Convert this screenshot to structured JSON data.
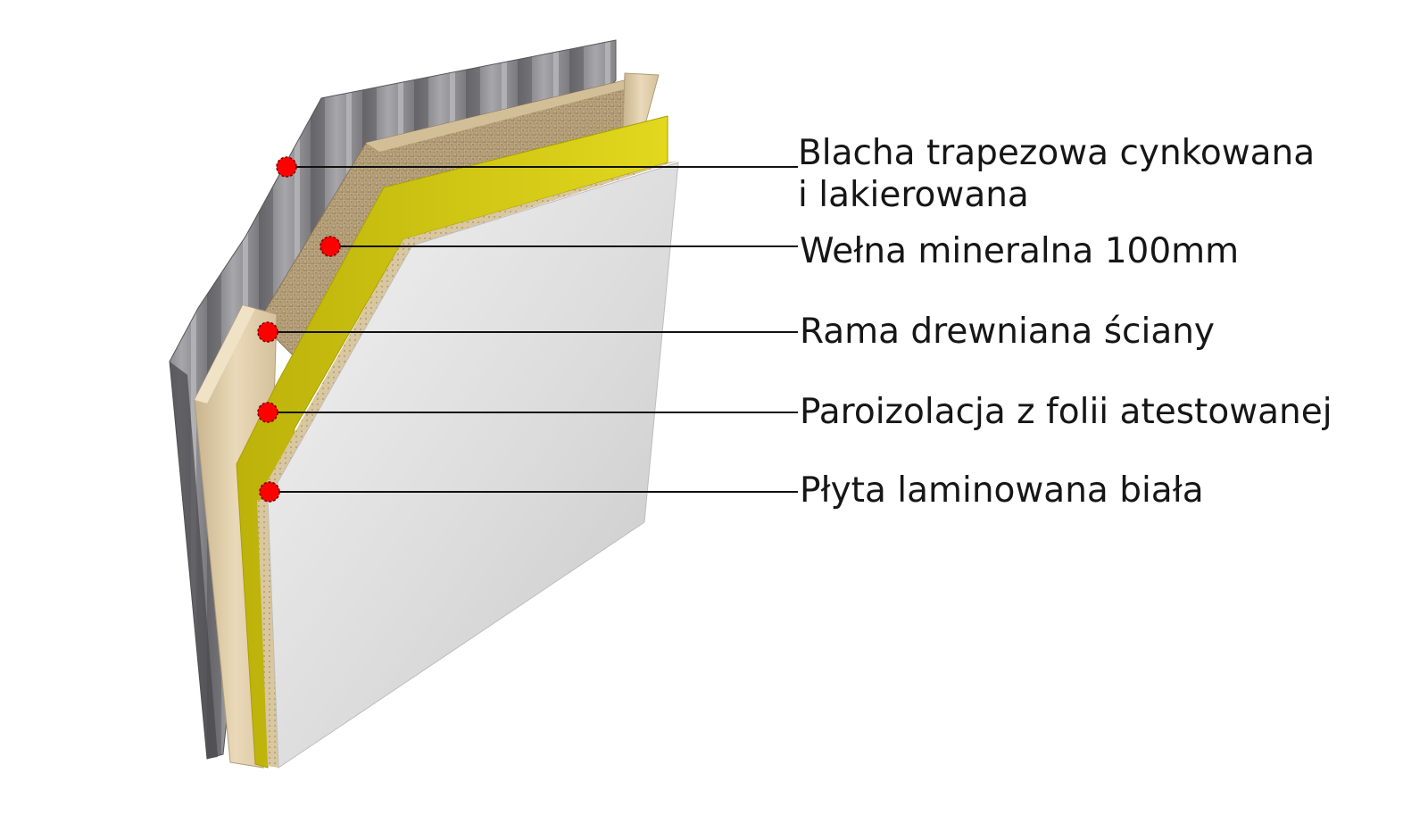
{
  "diagram": {
    "layers": [
      {
        "id": "metal",
        "label_lines": [
          "Blacha trapezowa cynkowana",
          "i lakierowana"
        ]
      },
      {
        "id": "wool",
        "label_lines": [
          "Wełna mineralna 100mm"
        ]
      },
      {
        "id": "frame",
        "label_lines": [
          "Rama drewniana ściany"
        ]
      },
      {
        "id": "vapor",
        "label_lines": [
          "Paroizolacja z folii atestowanej"
        ]
      },
      {
        "id": "board",
        "label_lines": [
          "Płyta laminowana biała"
        ]
      }
    ],
    "colors": {
      "marker": "#ff0000",
      "leader_line": "#111111",
      "trapezoidal_sheet": "#8e8e92",
      "mineral_wool": "#b8a27a",
      "timber_frame": "#e0cfad",
      "vapor_barrier": "#d4c810",
      "laminated_board": "#e2e2e2"
    }
  }
}
